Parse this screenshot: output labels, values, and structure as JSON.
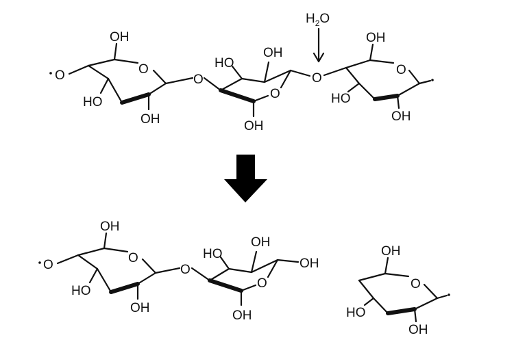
{
  "reaction": {
    "reagent": {
      "base": "H",
      "subscript": "2",
      "tail": "O"
    }
  },
  "substrate": {
    "ring1": {
      "ring_O": "O",
      "CH2OH": "OH",
      "OH_3": "HO",
      "OH_2": "OH",
      "linker": "O"
    },
    "ring2": {
      "ring_O": "O",
      "CH2OH": "OH",
      "OH_3": "HO",
      "OH_2": "OH",
      "glycosidic_O": "O"
    },
    "ring3": {
      "ring_O": "O",
      "CH2OH": "OH",
      "OH_3": "HO",
      "OH_2": "OH"
    },
    "left_end": "O"
  },
  "products": {
    "disaccharide": {
      "left_end": "O",
      "ring1": {
        "ring_O": "O",
        "CH2OH": "OH",
        "OH_3": "HO",
        "OH_2": "OH",
        "linker": "O"
      },
      "ring2": {
        "ring_O": "O",
        "CH2OH": "OH",
        "OH_3": "HO",
        "OH_2": "OH",
        "anomeric_OH": "OH"
      }
    },
    "monosaccharide": {
      "ring_O": "O",
      "CH2OH": "OH",
      "OH_3": "HO",
      "OH_2": "OH"
    }
  }
}
